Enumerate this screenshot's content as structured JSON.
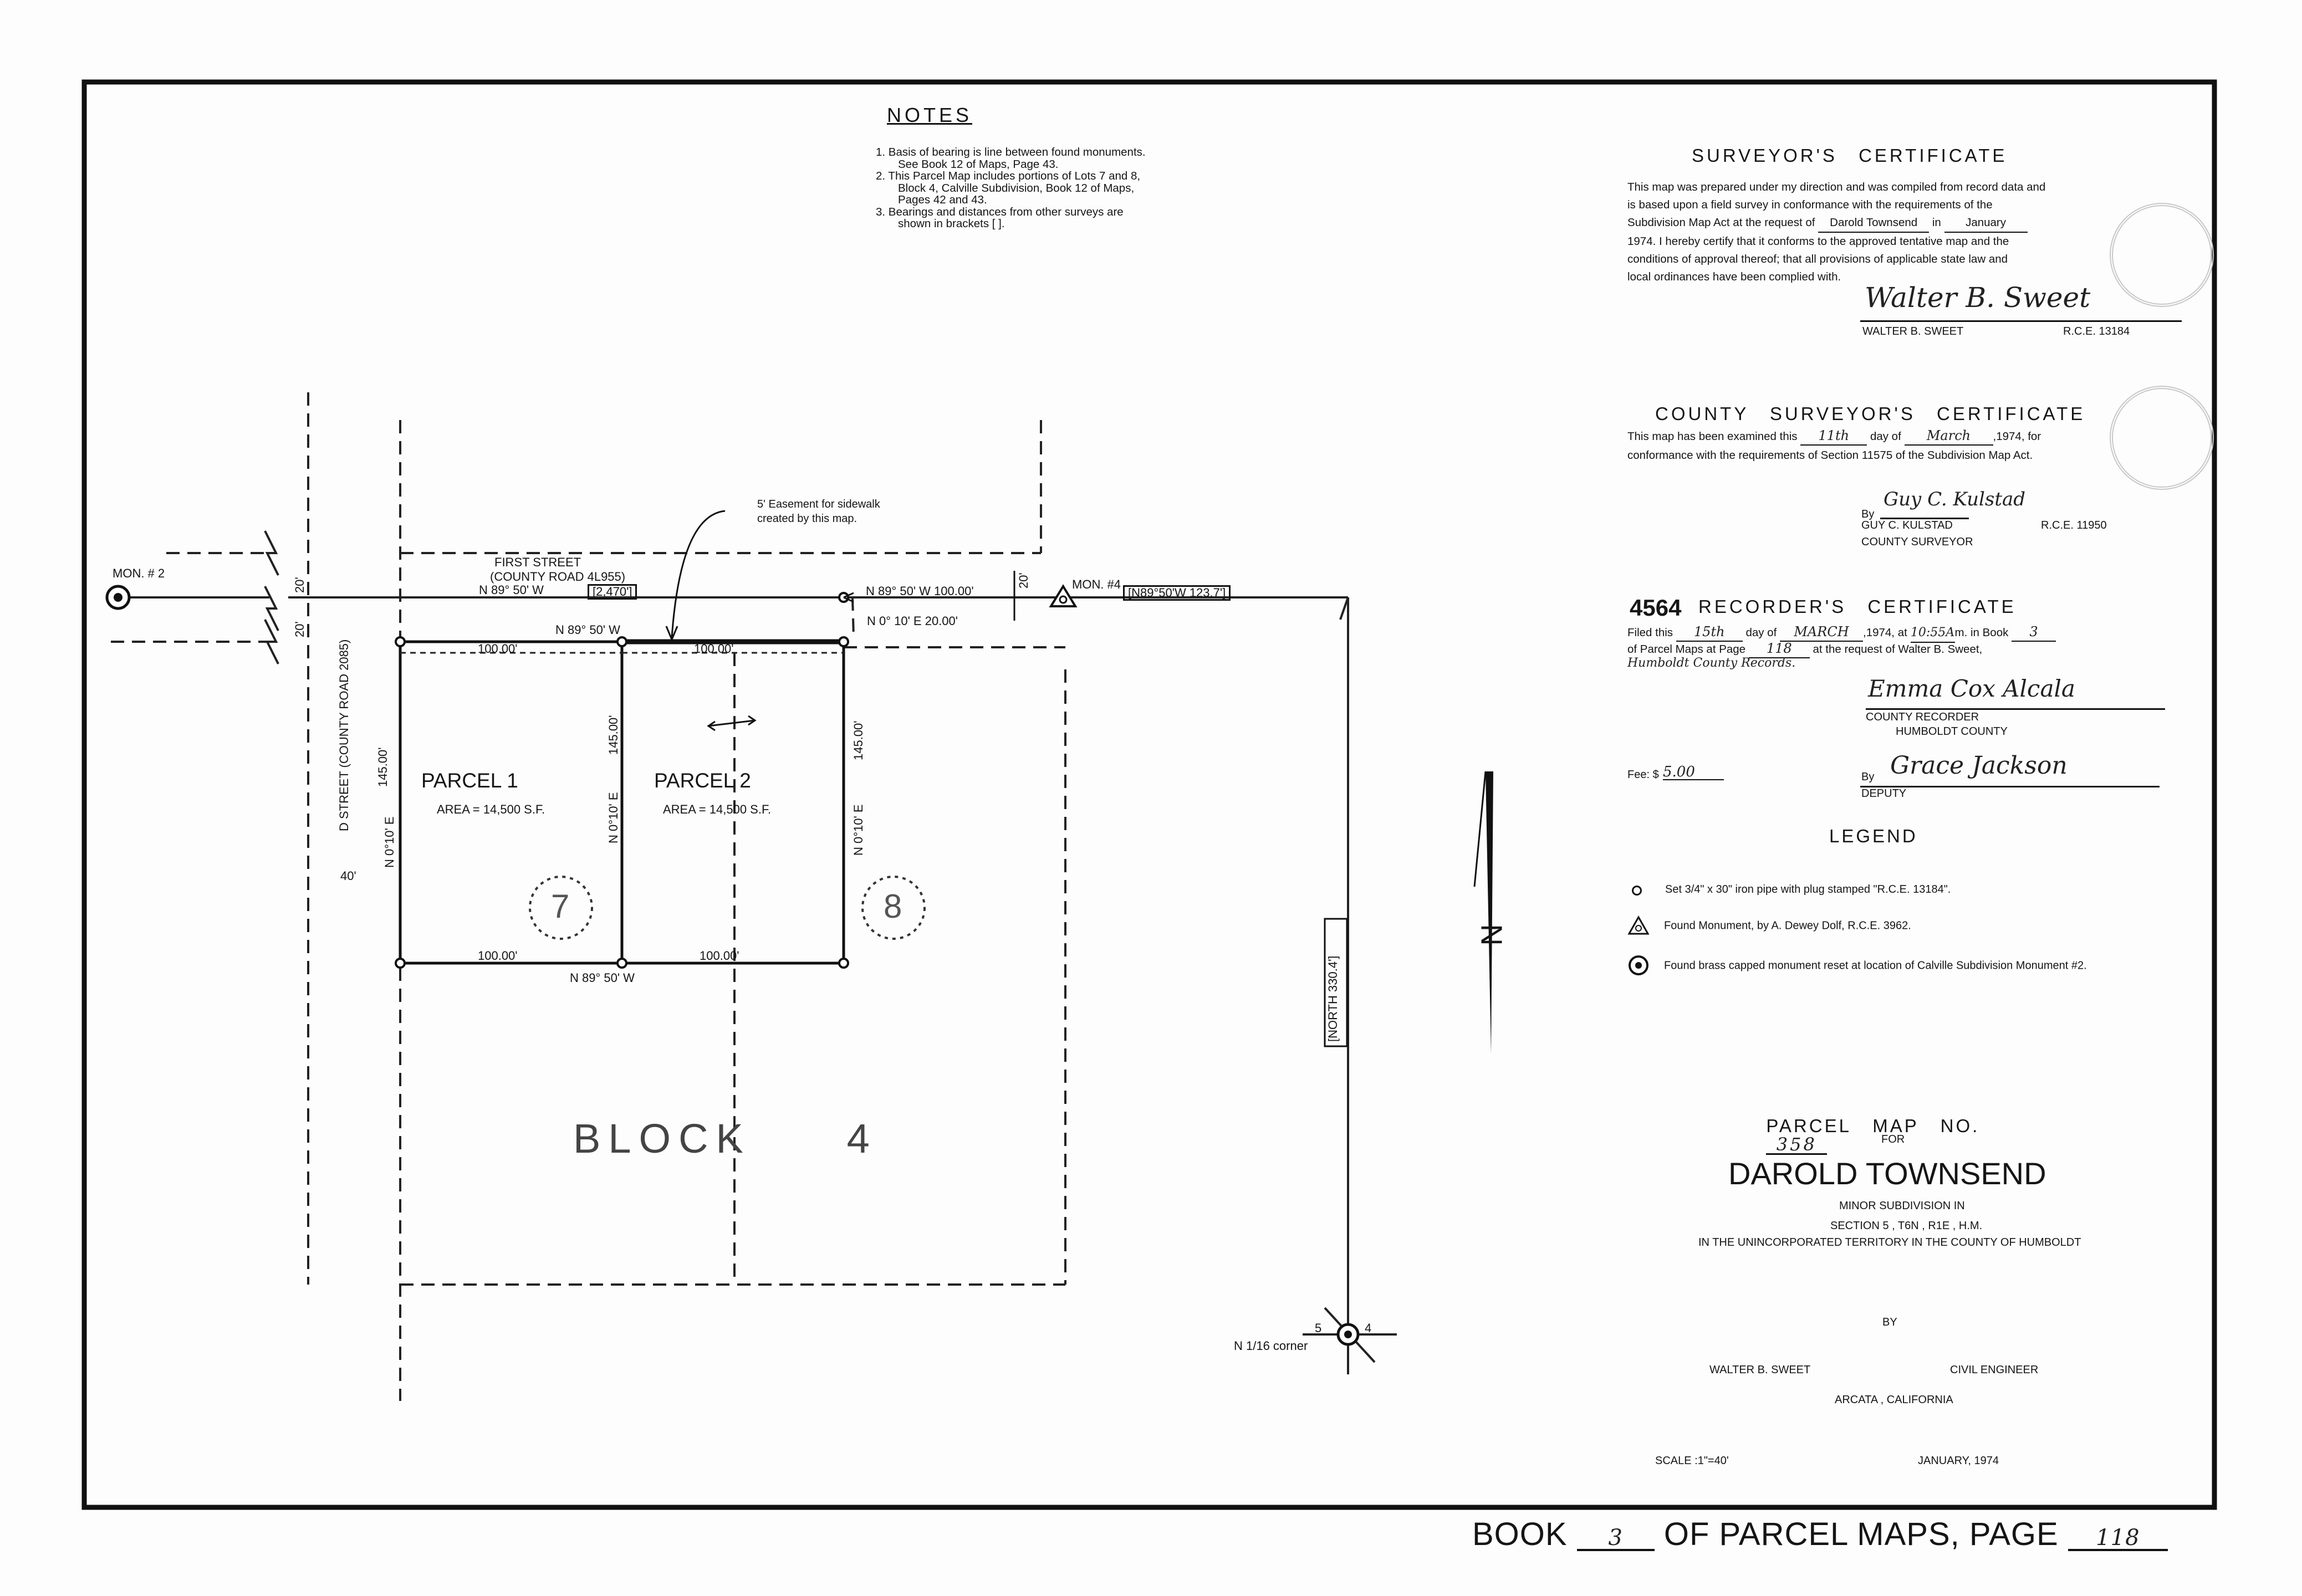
{
  "notes": {
    "title": "NOTES",
    "items": [
      "1.  Basis of bearing is line between found monuments.",
      "See Book 12 of Maps, Page 43.",
      "2.  This Parcel Map includes portions of Lots 7 and 8,",
      "Block 4, Calville Subdivision, Book 12 of Maps,",
      "Pages 42 and 43.",
      "3.  Bearings and distances from other surveys are",
      "shown in brackets [  ]."
    ]
  },
  "surveyor_cert": {
    "title": "SURVEYOR'S CERTIFICATE",
    "lines": [
      "This map was prepared under my direction and was compiled from record data and",
      "is  based upon a field survey in conformance with the requirements of the",
      "Subdivision Map Act at the request of",
      "1974. I hereby certify that it conforms to the approved tentative map and the",
      "conditions of approval thereof; that all provisions of applicable state law and",
      "local ordinances have been complied with."
    ],
    "request_name": "Darold Townsend",
    "in_word": "in",
    "month": "January",
    "signature": "Walter B. Sweet",
    "name": "WALTER B. SWEET",
    "rce": "R.C.E. 13184"
  },
  "county_cert": {
    "title": "COUNTY SURVEYOR'S CERTIFICATE",
    "line1_a": "This map has been examined this",
    "day": "11th",
    "line1_b": "day of",
    "month": "March",
    "line1_c": ",1974",
    "line1_d": ", for",
    "line2": "conformance with the requirements of Section 11575 of the Subdivision Map Act.",
    "by": "By",
    "signature": "Guy C. Kulstad",
    "name": "GUY C. KULSTAD",
    "title_line": "COUNTY SURVEYOR",
    "rce": "R.C.E. 11950"
  },
  "recorder_cert": {
    "number": "4564",
    "title": "RECORDER'S CERTIFICATE",
    "line1_a": "Filed this",
    "day": "15th",
    "line1_b": "day of",
    "month": "MARCH",
    "line1_c": ",1974, at",
    "time": "10:55A",
    "line1_d": "m. in Book",
    "book": "3",
    "line2_a": "of Parcel Maps at Page",
    "page": "118",
    "line2_b": "at the request of Walter B. Sweet,",
    "line3": "Humboldt County Records.",
    "signature": "Emma Cox Alcala",
    "recorder_title": "COUNTY RECORDER",
    "county": "HUMBOLDT  COUNTY",
    "fee_label": "Fee: $",
    "fee": "5.00",
    "by": "By",
    "deputy_signature": "Grace Jackson",
    "deputy": "DEPUTY"
  },
  "legend": {
    "title": "LEGEND",
    "items": [
      {
        "icon": "open-circle-icon",
        "text": "Set 3/4\" x 30\" iron pipe with plug stamped \"R.C.E. 13184\"."
      },
      {
        "icon": "triangle-monument-icon",
        "text": "Found Monument, by A. Dewey Dolf, R.C.E. 3962."
      },
      {
        "icon": "brass-monument-icon",
        "text": "Found brass capped monument reset at location of Calville Subdivision Monument #2."
      }
    ]
  },
  "title_block": {
    "parcel_map_label": "PARCEL   MAP   NO.",
    "parcel_map_no": "358",
    "for": "FOR",
    "owner": "DAROLD TOWNSEND",
    "line1": "MINOR SUBDIVISION IN",
    "line2": "SECTION 5 , T6N , R1E , H.M.",
    "line3": "IN THE UNINCORPORATED TERRITORY IN THE COUNTY OF HUMBOLDT",
    "by": "BY",
    "engineer": "WALTER B. SWEET",
    "profession": "CIVIL ENGINEER",
    "city": "ARCATA , CALIFORNIA",
    "scale": "SCALE  :1\"=40'",
    "date": "JANUARY, 1974"
  },
  "book_footer": {
    "a": "BOOK",
    "book": "3",
    "b": "OF PARCEL MAPS, PAGE",
    "page": "118"
  },
  "map": {
    "mon2": "MON. # 2",
    "mon4": "MON. #4",
    "first_street": "FIRST  STREET",
    "county_road": "(COUNTY  ROAD  4L955)",
    "street_bearing": "N 89° 50' W",
    "street_record": "[2,470']",
    "d_street": "D  STREET  (COUNTY  ROAD  2085)",
    "dim_20_top": "20'",
    "dim_20_left": "20'",
    "dim_20_right": "20'",
    "dim_40": "40'",
    "easement_note_1": "5' Easement for sidewalk",
    "easement_note_2": "created  by  this  map.",
    "b_n8950_100": "N 89° 50' W   100.00'",
    "b_record_1237": "[N89°50'W  123.7']",
    "b_n010e_20": "N 0° 10' E   20.00'",
    "b_top": "N 89° 50' W",
    "b_bottom": "N 89° 50' W",
    "dim_100_a": "100.00'",
    "dim_100_b": "100.00'",
    "dim_100_c": "100.00'",
    "dim_100_d": "100.00'",
    "left_bearing": "N 0°10' E",
    "left_145": "145.00'",
    "mid_bearing": "N 0°10' E",
    "mid_145": "145.00'",
    "right_bearing": "N 0°10' E",
    "right_145": "145.00'",
    "parcel1": "PARCEL     1",
    "parcel1_area": "AREA = 14,500 S.F.",
    "parcel2": "PARCEL     2",
    "parcel2_area": "AREA = 14,500 S.F.",
    "lot7": "7",
    "lot8": "8",
    "block": "BLOCK     4",
    "north_330": "[NORTH   330.4']",
    "north_arrow": "N",
    "section_5": "5",
    "section_4": "4",
    "n16_corner": "N 1/16 corner"
  }
}
